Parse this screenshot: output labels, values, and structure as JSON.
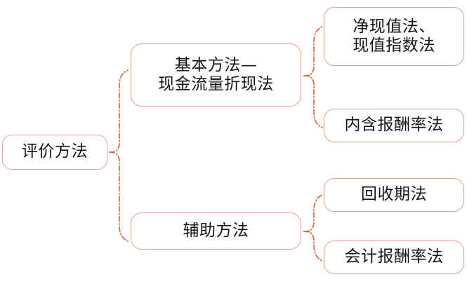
{
  "diagram": {
    "type": "mind-map",
    "title_text": "评价方法",
    "orientation": "left-to-right",
    "colors": {
      "node_border": "#e8a08c",
      "connector": "#d4674a",
      "text": "#151515",
      "background": "#ffffff"
    },
    "root": {
      "label": "评价方法"
    },
    "branches": [
      {
        "id": "basic",
        "label_line1": "基本方法—",
        "label_line2": "现金流量折现法",
        "children": [
          {
            "id": "npv",
            "label_line1": "净现值法、",
            "label_line2": "现值指数法"
          },
          {
            "id": "irr",
            "label_line1": "内含报酬率法",
            "label_line2": ""
          }
        ]
      },
      {
        "id": "aux",
        "label_line1": "辅助方法",
        "label_line2": "",
        "children": [
          {
            "id": "payback",
            "label_line1": "回收期法",
            "label_line2": ""
          },
          {
            "id": "arr",
            "label_line1": "会计报酬率法",
            "label_line2": ""
          }
        ]
      }
    ],
    "connector_style": "dash-dot-curly-brace"
  }
}
